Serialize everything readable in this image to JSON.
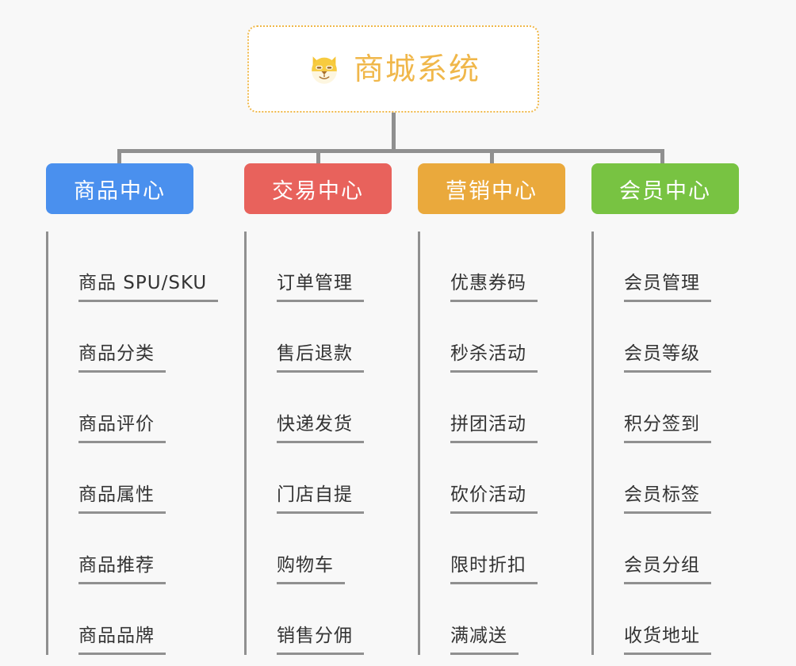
{
  "diagram": {
    "type": "mindmap",
    "background_color": "#f8f8f8",
    "connector_color": "#909090",
    "root": {
      "title": "商城系统",
      "icon": "shiba-dog-face-icon",
      "border_color": "#f0b849",
      "text_color": "#f0b74a",
      "background_color": "#ffffff"
    },
    "branches": [
      {
        "label": "商品中心",
        "color": "#4a90ee",
        "items": [
          "商品 SPU/SKU",
          "商品分类",
          "商品评价",
          "商品属性",
          "商品推荐",
          "商品品牌"
        ]
      },
      {
        "label": "交易中心",
        "color": "#e8625c",
        "items": [
          "订单管理",
          "售后退款",
          "快递发货",
          "门店自提",
          "购物车",
          "销售分佣"
        ]
      },
      {
        "label": "营销中心",
        "color": "#eaa93c",
        "items": [
          "优惠券码",
          "秒杀活动",
          "拼团活动",
          "砍价活动",
          "限时折扣",
          "满减送"
        ]
      },
      {
        "label": "会员中心",
        "color": "#78c342",
        "items": [
          "会员管理",
          "会员等级",
          "积分签到",
          "会员标签",
          "会员分组",
          "收货地址"
        ]
      }
    ]
  }
}
